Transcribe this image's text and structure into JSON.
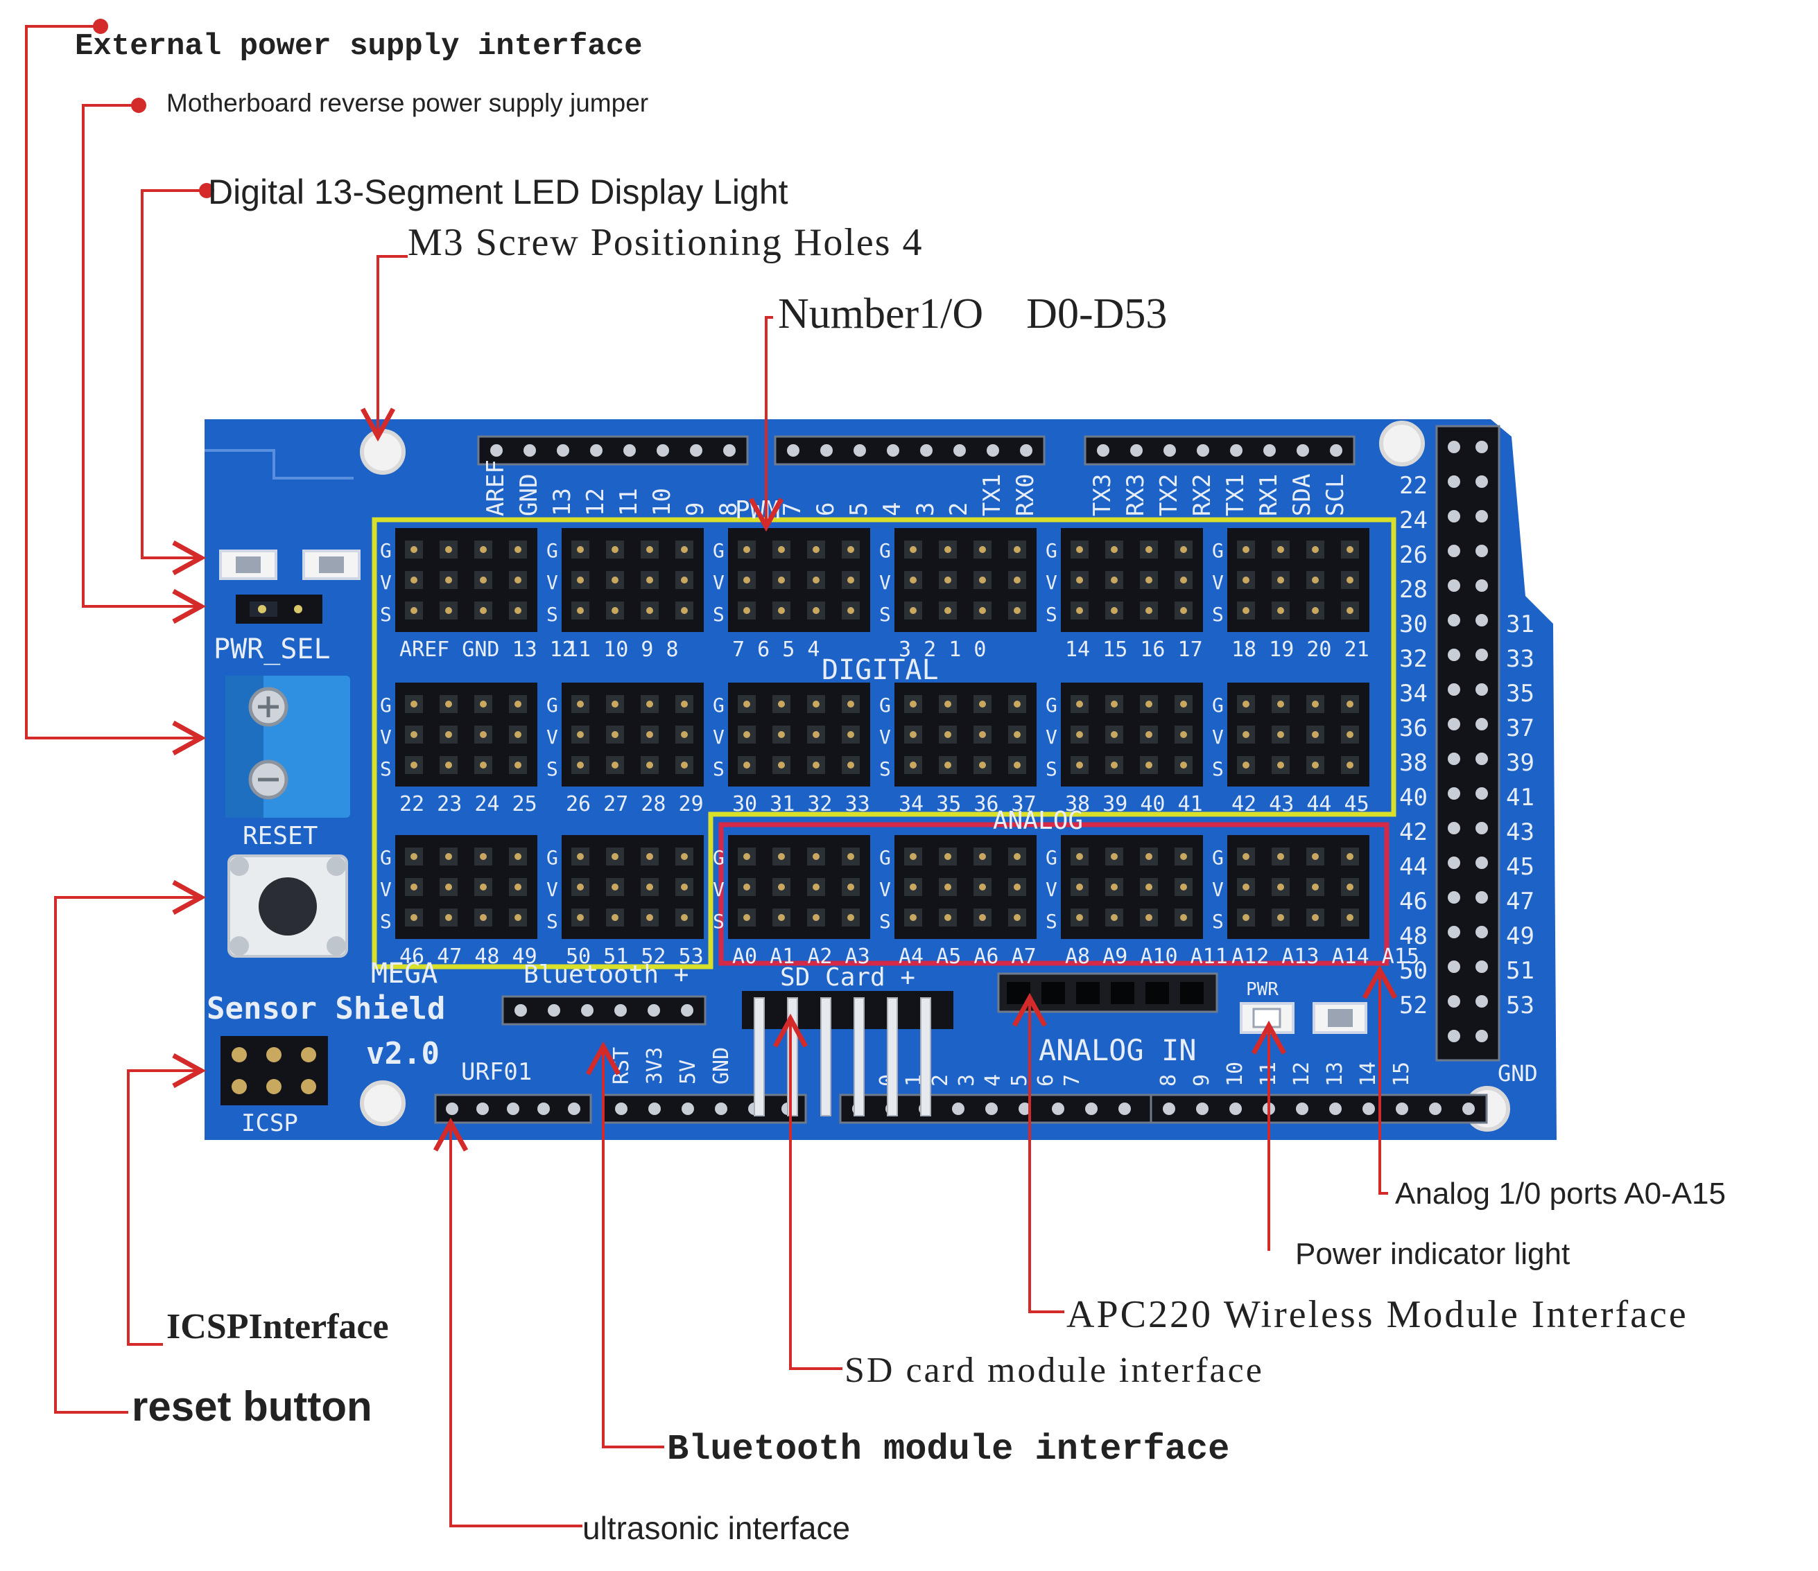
{
  "colors": {
    "board": "#1d62c7",
    "board_dark": "#16509f",
    "header": "#111318",
    "silkscreen": "#e8eef8",
    "callout": "#d42a2a",
    "digital_outline": "#d8e02a",
    "analog_outline": "#d42a48",
    "terminal_block": "#2f8fe0"
  },
  "callouts": {
    "external_power": "External power supply interface",
    "reverse_jumper": "Motherboard reverse power supply jumper",
    "led_display": "Digital 13-Segment LED Display Light",
    "screw_holes": "M3 Screw Positioning Holes   4",
    "digital_io": "Number1/O    D0-D53",
    "analog_io": "Analog 1/0 ports A0-A15",
    "power_led": "Power indicator light",
    "apc220": "APC220 Wireless Module Interface",
    "sd_card": "SD card module interface",
    "bluetooth": "Bluetooth module interface",
    "ultrasonic": "ultrasonic interface",
    "icsp": "ICSPInterface",
    "reset": "reset button"
  },
  "board": {
    "pwr_sel": "PWR_SEL",
    "reset": "RESET",
    "icsp": "ICSP",
    "name_line1": "MEGA",
    "name_line2": "Sensor Shield",
    "version": "v2.0",
    "digital": "DIGITAL",
    "analog": "ANALOG",
    "pwm": "PWM",
    "bluetooth": "Bluetooth +",
    "sd_card": "SD Card +",
    "urf01": "URF01",
    "analog_in": "ANALOG IN",
    "pwr": "PWR",
    "gnd": "GND",
    "top_header_1": [
      "AREF",
      "GND",
      "13",
      "12",
      "11",
      "10",
      "9",
      "8"
    ],
    "top_header_2": [
      "7",
      "6",
      "5",
      "4",
      "3",
      "2",
      "TX1",
      "RX0"
    ],
    "top_header_3": [
      "TX3",
      "RX3",
      "TX2",
      "RX2",
      "TX1",
      "RX1",
      "SDA",
      "SCL"
    ],
    "block_row1": [
      "AREF GND 13 12",
      "11 10 9 8",
      "7 6 5 4",
      "3 2 1 0",
      "14 15 16 17",
      "18 19 20 21"
    ],
    "block_row2": [
      "22 23 24 25",
      "26 27 28 29",
      "30 31 32 33",
      "34 35 36 37",
      "38 39 40 41",
      "42 43 44 45"
    ],
    "block_row3": [
      "46 47 48 49",
      "50 51 52 53",
      "A0 A1 A2 A3",
      "A4 A5 A6 A7",
      "A8 A9 A10 A11",
      "A12 A13 A14 A15"
    ],
    "side_left": [
      "22",
      "24",
      "26",
      "28",
      "30",
      "32",
      "34",
      "36",
      "38",
      "40",
      "42",
      "44",
      "46",
      "48",
      "50",
      "52"
    ],
    "side_right": [
      "31",
      "33",
      "35",
      "37",
      "39",
      "41",
      "43",
      "45",
      "47",
      "49",
      "51",
      "53"
    ],
    "bottom_bt_pins": [
      "RST",
      "3V3",
      "5V",
      "GND"
    ],
    "bottom_analog_a": [
      "0",
      "1",
      "2",
      "3",
      "4",
      "5",
      "6",
      "7"
    ],
    "bottom_analog_b": [
      "8",
      "9",
      "10",
      "11",
      "12",
      "13",
      "14",
      "15"
    ],
    "gvs": [
      "G",
      "V",
      "S"
    ]
  }
}
